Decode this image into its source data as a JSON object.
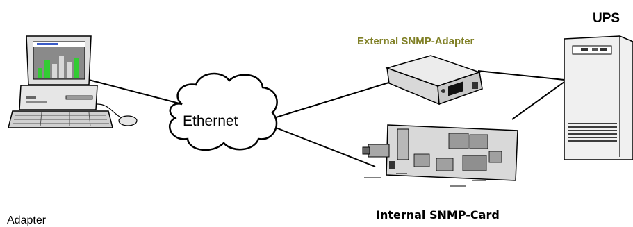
{
  "labels": {
    "ups": "UPS",
    "external_adapter": "External SNMP-Adapter",
    "internal_card": "Internal SNMP-Card",
    "network": "Ethernet",
    "cropped_text": "Adapter"
  },
  "colors": {
    "external_label": "#808026",
    "screen_bars": "#33cc33",
    "screen_bg": "#8a8a8a",
    "device_gray": "#d4d4d4",
    "outline": "#000000"
  },
  "icons": [
    "computer-icon",
    "cloud-icon",
    "snmp-adapter-icon",
    "snmp-card-icon",
    "ups-icon"
  ]
}
